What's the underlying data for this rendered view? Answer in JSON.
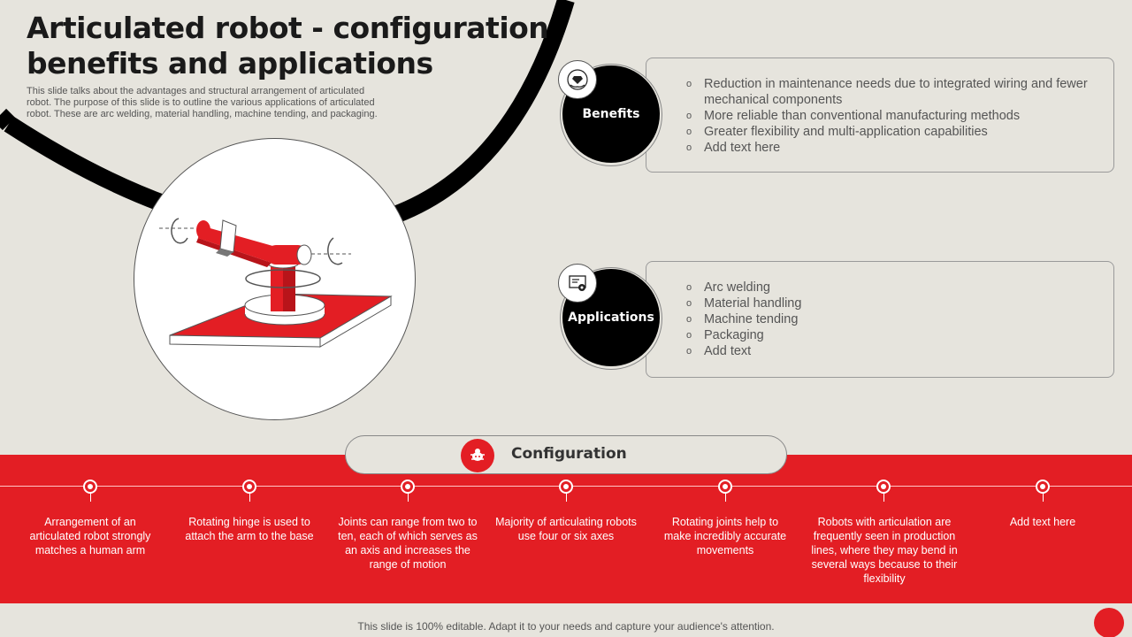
{
  "title": "Articulated robot - configuration benefits and applications",
  "subtitle": "This slide talks about the advantages and structural arrangement of articulated robot. The purpose of this slide is to outline the various applications of articulated robot. These are arc welding, material handling, machine tending, and packaging.",
  "benefits": {
    "label": "Benefits",
    "icon": "diamond-hand-icon",
    "items": [
      "Reduction in maintenance needs due to integrated wiring and fewer mechanical components",
      "More reliable than conventional manufacturing methods",
      "Greater flexibility and multi-application capabilities",
      "Add text here"
    ]
  },
  "applications": {
    "label": "Applications",
    "icon": "certificate-gear-icon",
    "items": [
      "Arc welding",
      "Material handling",
      "Machine tending",
      "Packaging",
      "Add text"
    ]
  },
  "configuration": {
    "label": "Configuration",
    "icon": "robot-bug-icon",
    "steps": [
      "Arrangement of an articulated robot strongly matches a human arm",
      "Rotating hinge is used to attach the arm to the base",
      "Joints can range from two to ten, each of which serves as an axis and increases the range of motion",
      "Majority of articulating robots use four or six axes",
      "Rotating joints help to make incredibly accurate movements",
      "Robots with articulation are frequently seen in production lines, where they may bend in several ways because to their flexibility",
      "Add text here"
    ]
  },
  "footer": "This slide is 100% editable. Adapt it to your needs and capture your audience's attention.",
  "colors": {
    "accent": "#e31e24",
    "background": "#e6e4dd",
    "dark": "#000000"
  }
}
